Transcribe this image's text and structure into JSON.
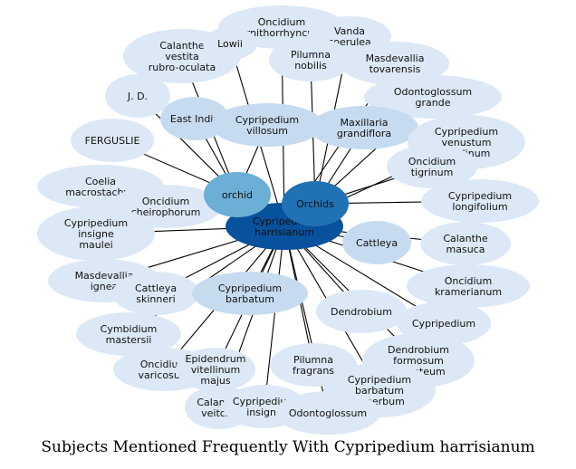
{
  "caption": "Subjects Mentioned Frequently With Cypripedium harrisianum",
  "colors": {
    "edge": "#000000",
    "outer_node": "#dce8f5",
    "mid_node": "#c6dbef",
    "hub_orchid": "#6baed6",
    "hub_orchids": "#2171b5",
    "center": "#08519c"
  },
  "diagram": {
    "center": {
      "label": "Cypripedium harrisianum"
    },
    "hubs": [
      {
        "id": "orchid",
        "label": "orchid"
      },
      {
        "id": "orchids",
        "label": "Orchids"
      }
    ],
    "nodes": [
      {
        "id": "n1",
        "label": "Oncidium ornithorrhyncum"
      },
      {
        "id": "n2",
        "label": "Vanda coerulea"
      },
      {
        "id": "n3",
        "label": "Calanthe vestita rubro-oculata"
      },
      {
        "id": "n4",
        "label": "Lowii"
      },
      {
        "id": "n5",
        "label": "Pilumna nobilis"
      },
      {
        "id": "n6",
        "label": "Masdevallia tovarensis"
      },
      {
        "id": "n7",
        "label": "J. D."
      },
      {
        "id": "n8",
        "label": "Odontoglossum grande"
      },
      {
        "id": "n9",
        "label": "East India"
      },
      {
        "id": "n10",
        "label": "Cypripedium villosum"
      },
      {
        "id": "n11",
        "label": "Maxillaria grandiflora"
      },
      {
        "id": "n12",
        "label": "Cypripedium venustum pardinum"
      },
      {
        "id": "n13",
        "label": "FERGUSLIE"
      },
      {
        "id": "n14",
        "label": "Oncidium tigrinum"
      },
      {
        "id": "n15",
        "label": "Coelia macrostachya"
      },
      {
        "id": "n16",
        "label": "Cypripedium longifolium"
      },
      {
        "id": "n17",
        "label": "Oncidium cheirophorum"
      },
      {
        "id": "n18",
        "label": "Cypripedium insigne maulei"
      },
      {
        "id": "n19",
        "label": "Cattleya"
      },
      {
        "id": "n20",
        "label": "Calanthe masuca"
      },
      {
        "id": "n21",
        "label": "Masdevallia ignea"
      },
      {
        "id": "n22",
        "label": "Cattleya skinneri"
      },
      {
        "id": "n23",
        "label": "Cypripedium barbatum"
      },
      {
        "id": "n24",
        "label": "Oncidium kramerianum"
      },
      {
        "id": "n25",
        "label": "Dendrobium"
      },
      {
        "id": "n26",
        "label": "Cymbidium mastersii"
      },
      {
        "id": "n27",
        "label": "Cypripedium"
      },
      {
        "id": "n28",
        "label": "Dendrobium formosum giganteum"
      },
      {
        "id": "n29",
        "label": "Oncidium varicosum"
      },
      {
        "id": "n30",
        "label": "Epidendrum vitellinum majus"
      },
      {
        "id": "n31",
        "label": "Pilumna fragrans"
      },
      {
        "id": "n32",
        "label": "Cypripedium barbatum superbum"
      },
      {
        "id": "n33",
        "label": "Calanthe veitchii"
      },
      {
        "id": "n34",
        "label": "Cypripedium insigne"
      },
      {
        "id": "n35",
        "label": "Odontoglossum"
      }
    ]
  }
}
